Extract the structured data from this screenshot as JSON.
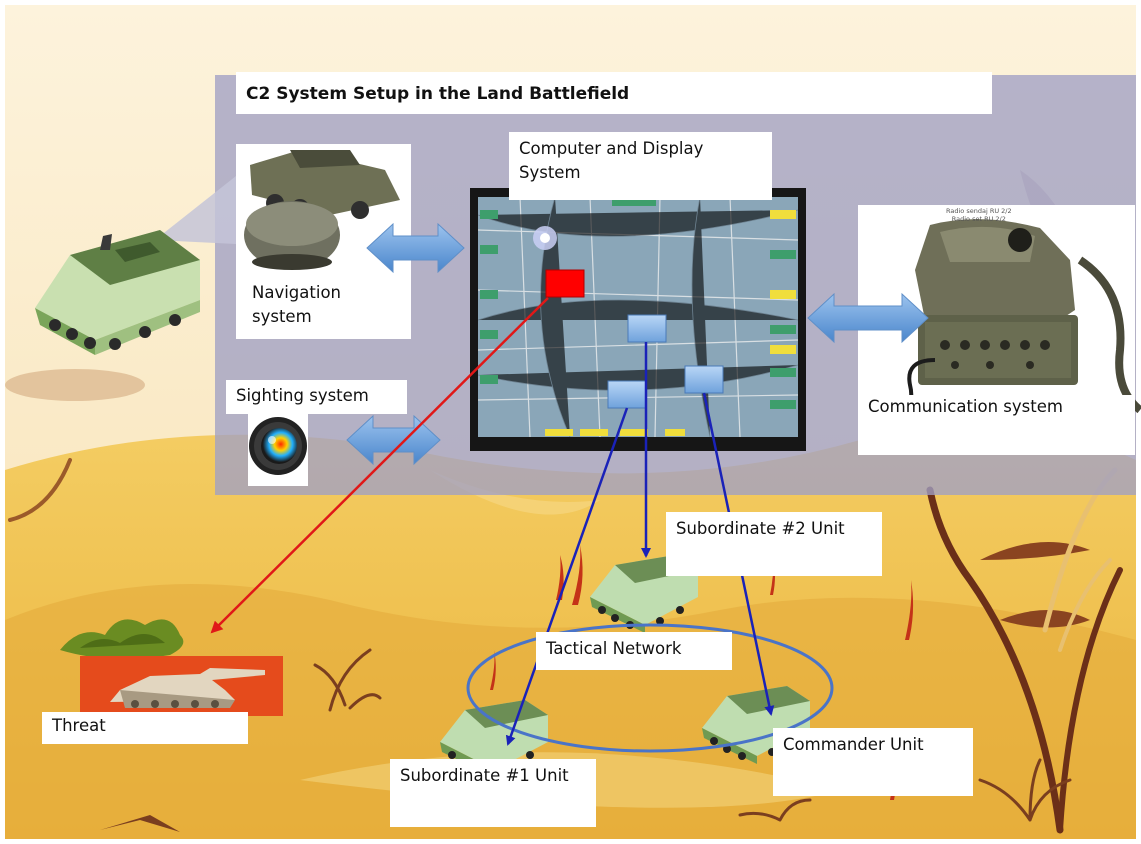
{
  "diagram": {
    "title": "C2 System Setup in the Land Battlefield",
    "components": {
      "navigation": "Navigation system",
      "computer_display": "Computer and Display System",
      "communication": "Communication system",
      "sighting": "Sighting system"
    },
    "units": {
      "subordinate_1": "Subordinate #1 Unit",
      "subordinate_2": "Subordinate #2 Unit",
      "commander": "Commander Unit",
      "threat": "Threat"
    },
    "network_label": "Tactical Network",
    "radio_caption_1": "Radio sendaj RU 2/2",
    "radio_caption_2": "Radio set RU 2/2"
  },
  "colors": {
    "sky": "#fdf1d6",
    "sand": "#f1c24a",
    "overlay": "#a0a0c4",
    "link_arrow": "#1a22b8",
    "threat_arrow": "#e01818",
    "bidirectional_arrow": "#5b9bd5",
    "network_ring": "#4a74c8",
    "threat_marker": "#ff0000"
  }
}
